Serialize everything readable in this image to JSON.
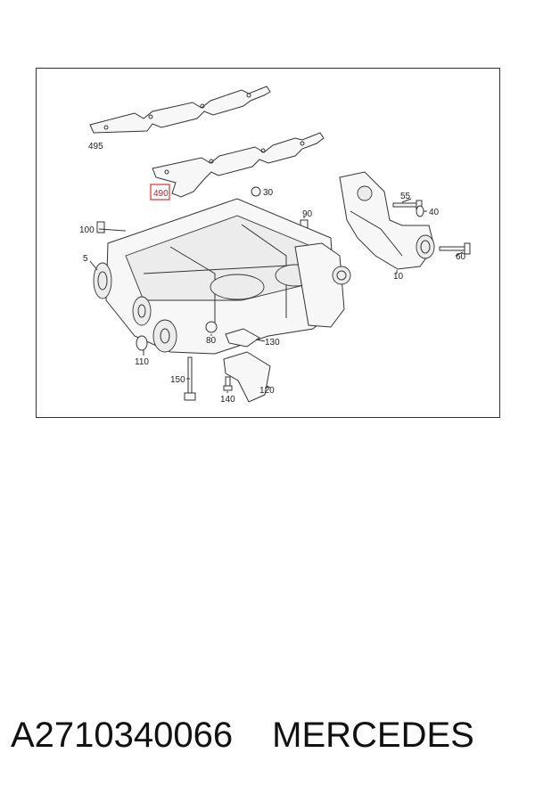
{
  "diagram": {
    "callouts": [
      {
        "id": "495",
        "label": "495"
      },
      {
        "id": "490",
        "label": "490",
        "highlighted": true
      },
      {
        "id": "30",
        "label": "30"
      },
      {
        "id": "90",
        "label": "90"
      },
      {
        "id": "55",
        "label": "55"
      },
      {
        "id": "40",
        "label": "40"
      },
      {
        "id": "60",
        "label": "60"
      },
      {
        "id": "10",
        "label": "10"
      },
      {
        "id": "100",
        "label": "100"
      },
      {
        "id": "5",
        "label": "5"
      },
      {
        "id": "80",
        "label": "80"
      },
      {
        "id": "130",
        "label": "130"
      },
      {
        "id": "110",
        "label": "110"
      },
      {
        "id": "150",
        "label": "150"
      },
      {
        "id": "120",
        "label": "120"
      },
      {
        "id": "140",
        "label": "140"
      }
    ],
    "highlight_color": "#e03030"
  },
  "caption": {
    "part_number": "A2710340066",
    "brand": "MERCEDES"
  }
}
